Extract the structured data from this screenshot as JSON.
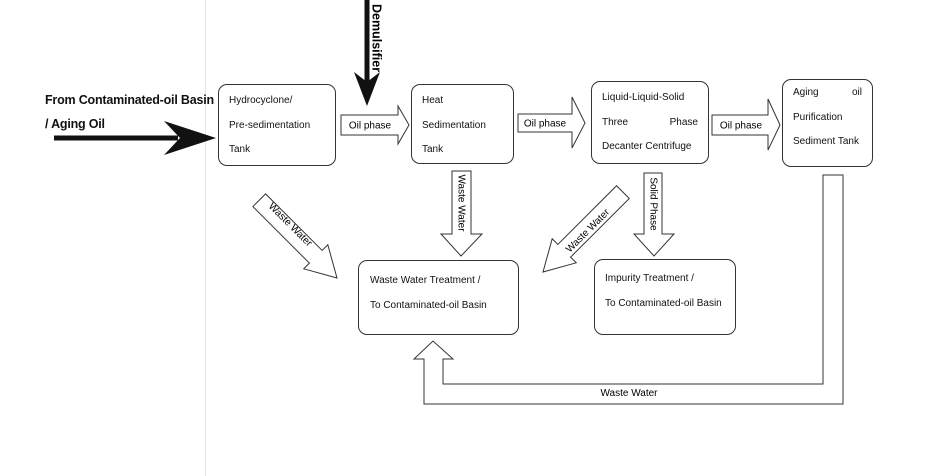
{
  "source": {
    "line1": "From Contaminated-oil Basin",
    "line2": "/ Aging Oil"
  },
  "additive": "Demulsifier",
  "boxes": {
    "hydrocyclone": [
      "Hydrocyclone/",
      "Pre-sedimentation",
      "Tank"
    ],
    "heat_sedimentation": [
      "Heat",
      "Sedimentation",
      "Tank"
    ],
    "decanter": {
      "line1": "Liquid-Liquid-Solid",
      "line2_left": "Three",
      "line2_right": "Phase",
      "line3": "Decanter Centrifuge"
    },
    "aging_oil_tank": {
      "line1_left": "Aging",
      "line1_right": "oil",
      "line2": "Purification",
      "line3": "Sediment Tank"
    },
    "waste_water_treatment": [
      "Waste Water Treatment /",
      "To Contaminated-oil Basin"
    ],
    "impurity_treatment": [
      "Impurity Treatment /",
      "To Contaminated-oil Basin"
    ]
  },
  "arrows": {
    "oil_phase_1": "Oil phase",
    "oil_phase_2": "Oil phase",
    "oil_phase_3": "Oil phase",
    "waste_water_diag_left": "Waste Water",
    "waste_water_vertical": "Waste Water",
    "solid_phase": "Solid Phase",
    "waste_water_diag_right": "Waste Water",
    "waste_water_return": "Waste Water"
  },
  "colors": {
    "stroke": "#333333",
    "heavy_arrow": "#111111",
    "background": "#ffffff"
  }
}
